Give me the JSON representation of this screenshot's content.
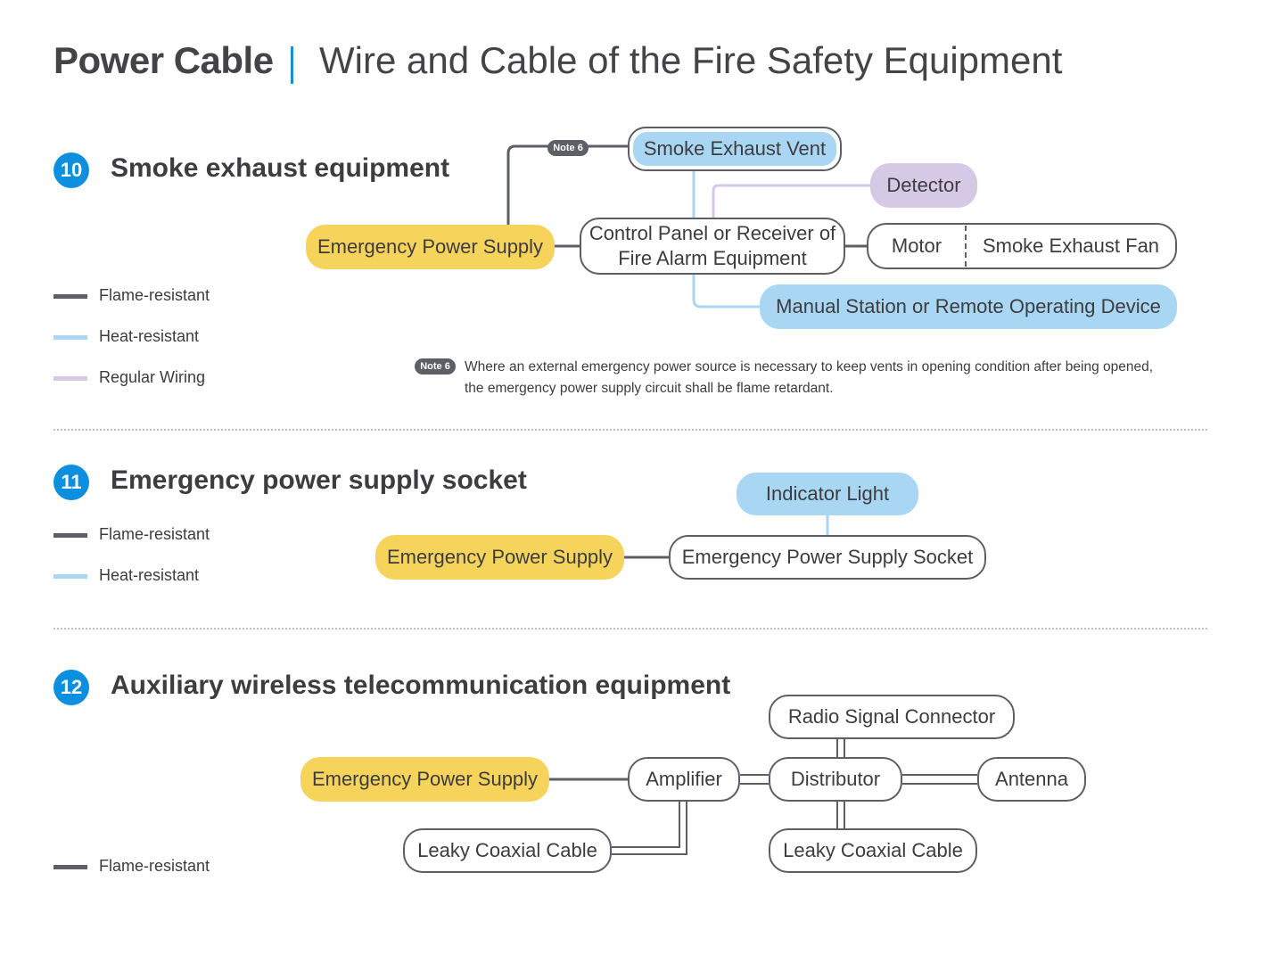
{
  "header": {
    "title_bold": "Power Cable",
    "title_light": "Wire and Cable of  the Fire Safety Equipment"
  },
  "colors": {
    "accent": "#0b8fde",
    "flame": "#5e5f66",
    "heat": "#a9d6f3",
    "regular": "#d6c9e6",
    "supply": "#f6d45b"
  },
  "sections": [
    {
      "number": "10",
      "title": "Smoke exhaust equipment",
      "legend": [
        "Flame-resistant",
        "Heat-resistant",
        "Regular Wiring"
      ],
      "nodes": {
        "supply": "Emergency Power Supply",
        "control_line1": "Control Panel or Receiver of",
        "control_line2": "Fire Alarm Equipment",
        "vent": "Smoke Exhaust Vent",
        "detector": "Detector",
        "motor": "Motor",
        "fan": "Smoke Exhaust Fan",
        "manual": "Manual Station or Remote Operating Device"
      },
      "note": {
        "badge": "Note 6",
        "line1": "Where an external emergency power source is necessary to keep vents in opening condition after being opened,",
        "line2": "the emergency power supply circuit shall be flame retardant."
      }
    },
    {
      "number": "11",
      "title": "Emergency power supply socket",
      "legend": [
        "Flame-resistant",
        "Heat-resistant"
      ],
      "nodes": {
        "supply": "Emergency Power Supply",
        "indicator": "Indicator Light",
        "socket": "Emergency Power Supply Socket"
      }
    },
    {
      "number": "12",
      "title": "Auxiliary wireless telecommunication equipment",
      "legend": [
        "Flame-resistant"
      ],
      "nodes": {
        "supply": "Emergency Power Supply",
        "amplifier": "Amplifier",
        "distributor": "Distributor",
        "antenna": "Antenna",
        "radio": "Radio Signal Connector",
        "leaky_left": "Leaky Coaxial Cable",
        "leaky_right": "Leaky Coaxial Cable"
      }
    }
  ]
}
